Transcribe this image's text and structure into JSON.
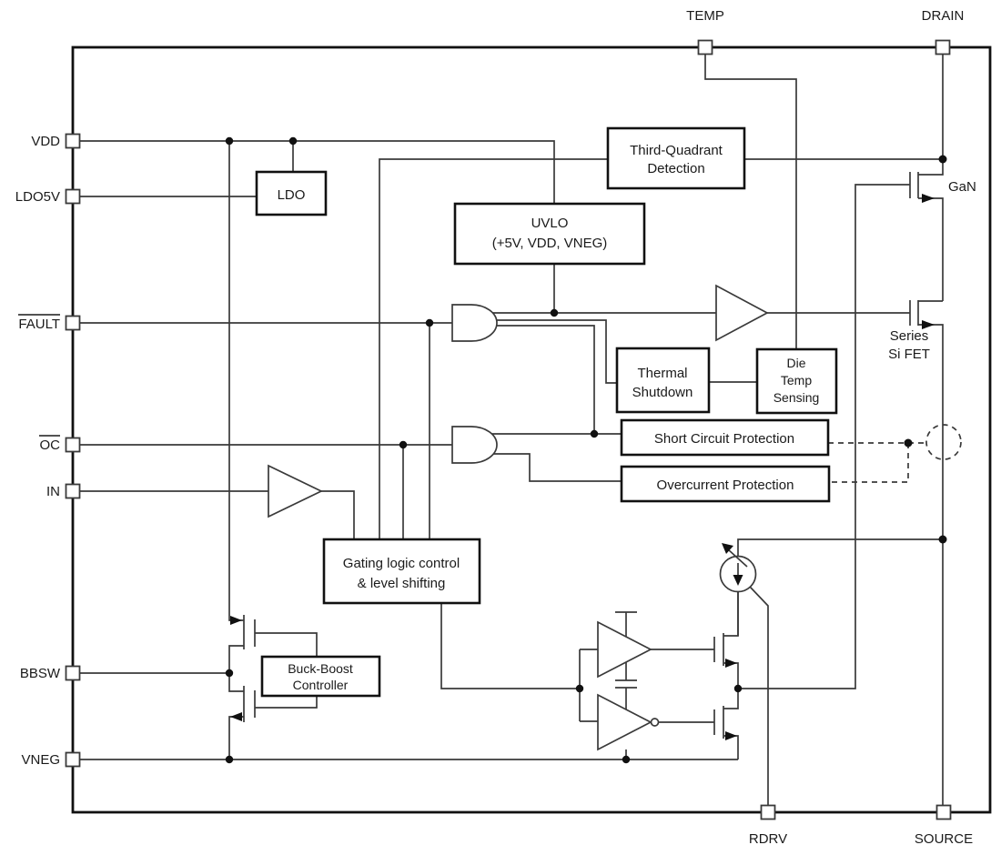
{
  "pins": {
    "vdd": "VDD",
    "ldo5v": "LDO5V",
    "fault": "FAULT",
    "oc": "OC",
    "in": "IN",
    "bbsw": "BBSW",
    "vneg": "VNEG",
    "temp": "TEMP",
    "drain": "DRAIN",
    "rdrv": "RDRV",
    "source": "SOURCE"
  },
  "blocks": {
    "ldo": "LDO",
    "third_quadrant": {
      "line1": "Third-Quadrant",
      "line2": "Detection"
    },
    "uvlo": {
      "line1": "UVLO",
      "line2": "(+5V, VDD, VNEG)"
    },
    "thermal_shutdown": {
      "line1": "Thermal",
      "line2": "Shutdown"
    },
    "die_temp": {
      "line1": "Die",
      "line2": "Temp",
      "line3": "Sensing"
    },
    "short_circuit": "Short Circuit Protection",
    "overcurrent": "Overcurrent Protection",
    "gating": {
      "line1": "Gating logic control",
      "line2": "& level shifting"
    },
    "buck_boost": {
      "line1": "Buck-Boost",
      "line2": "Controller"
    }
  },
  "transistors": {
    "gan": "GaN",
    "series_si": {
      "line1": "Series",
      "line2": "Si FET"
    }
  },
  "colors": {
    "wire": "#3a3a3a",
    "outline": "#111111",
    "background": "#ffffff",
    "text": "#1a1a1a"
  }
}
